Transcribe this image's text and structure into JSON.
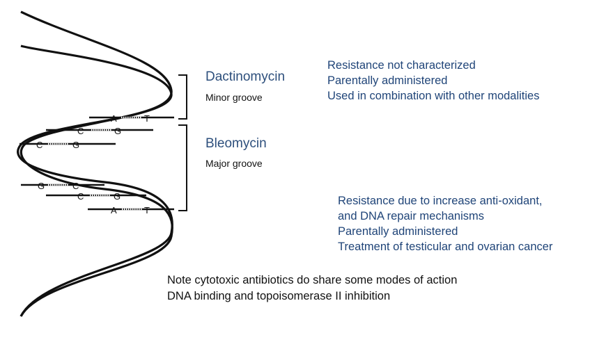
{
  "drugs": [
    {
      "name": "Dactinomycin",
      "groove": "Minor groove",
      "notes": [
        "Resistance not characterized",
        "Parentally administered",
        "Used in combination with other modalities"
      ]
    },
    {
      "name": "Bleomycin",
      "groove": "Major groove",
      "notes": [
        "Resistance due to increase anti-oxidant,",
        "and DNA repair mechanisms",
        "Parentally administered",
        "Treatment of testicular and ovarian cancer"
      ]
    }
  ],
  "base_pairs": [
    {
      "left": "A",
      "right": "T"
    },
    {
      "left": "C",
      "right": "G"
    },
    {
      "left": "C",
      "right": "G"
    },
    {
      "left": "G",
      "right": "C"
    },
    {
      "left": "C",
      "right": "G"
    },
    {
      "left": "A",
      "right": "T"
    }
  ],
  "footer": {
    "line1": "Note cytotoxic antibiotics do share some modes of action",
    "line2": "DNA binding and topoisomerase II inhibition"
  },
  "colors": {
    "drug_name": "#2d4f7c",
    "info_text": "#1f4478",
    "strand": "#111111"
  }
}
